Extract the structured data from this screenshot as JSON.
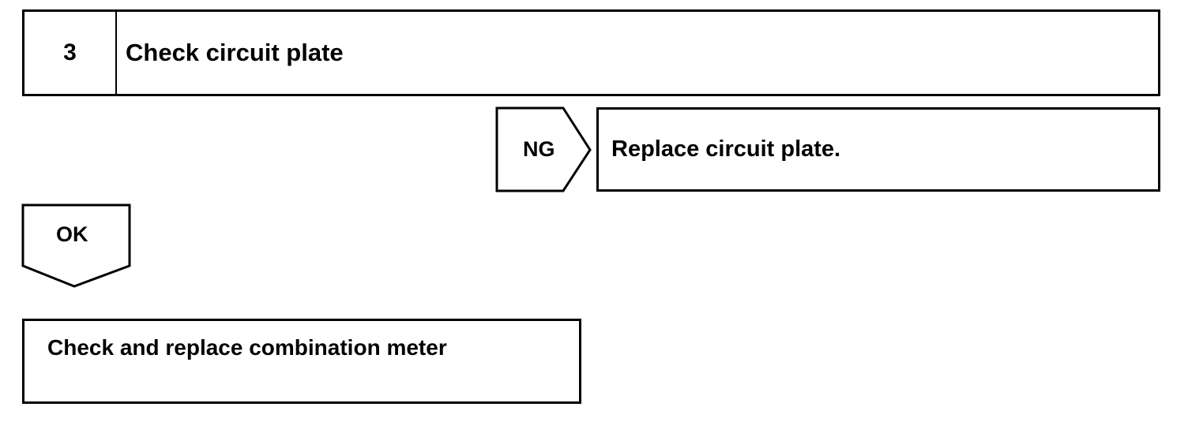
{
  "step": {
    "number": "3",
    "title": "Check circuit plate"
  },
  "branches": {
    "ng": {
      "label": "NG",
      "action": "Replace circuit plate."
    },
    "ok": {
      "label": "OK",
      "action": "Check and replace combination meter"
    }
  }
}
